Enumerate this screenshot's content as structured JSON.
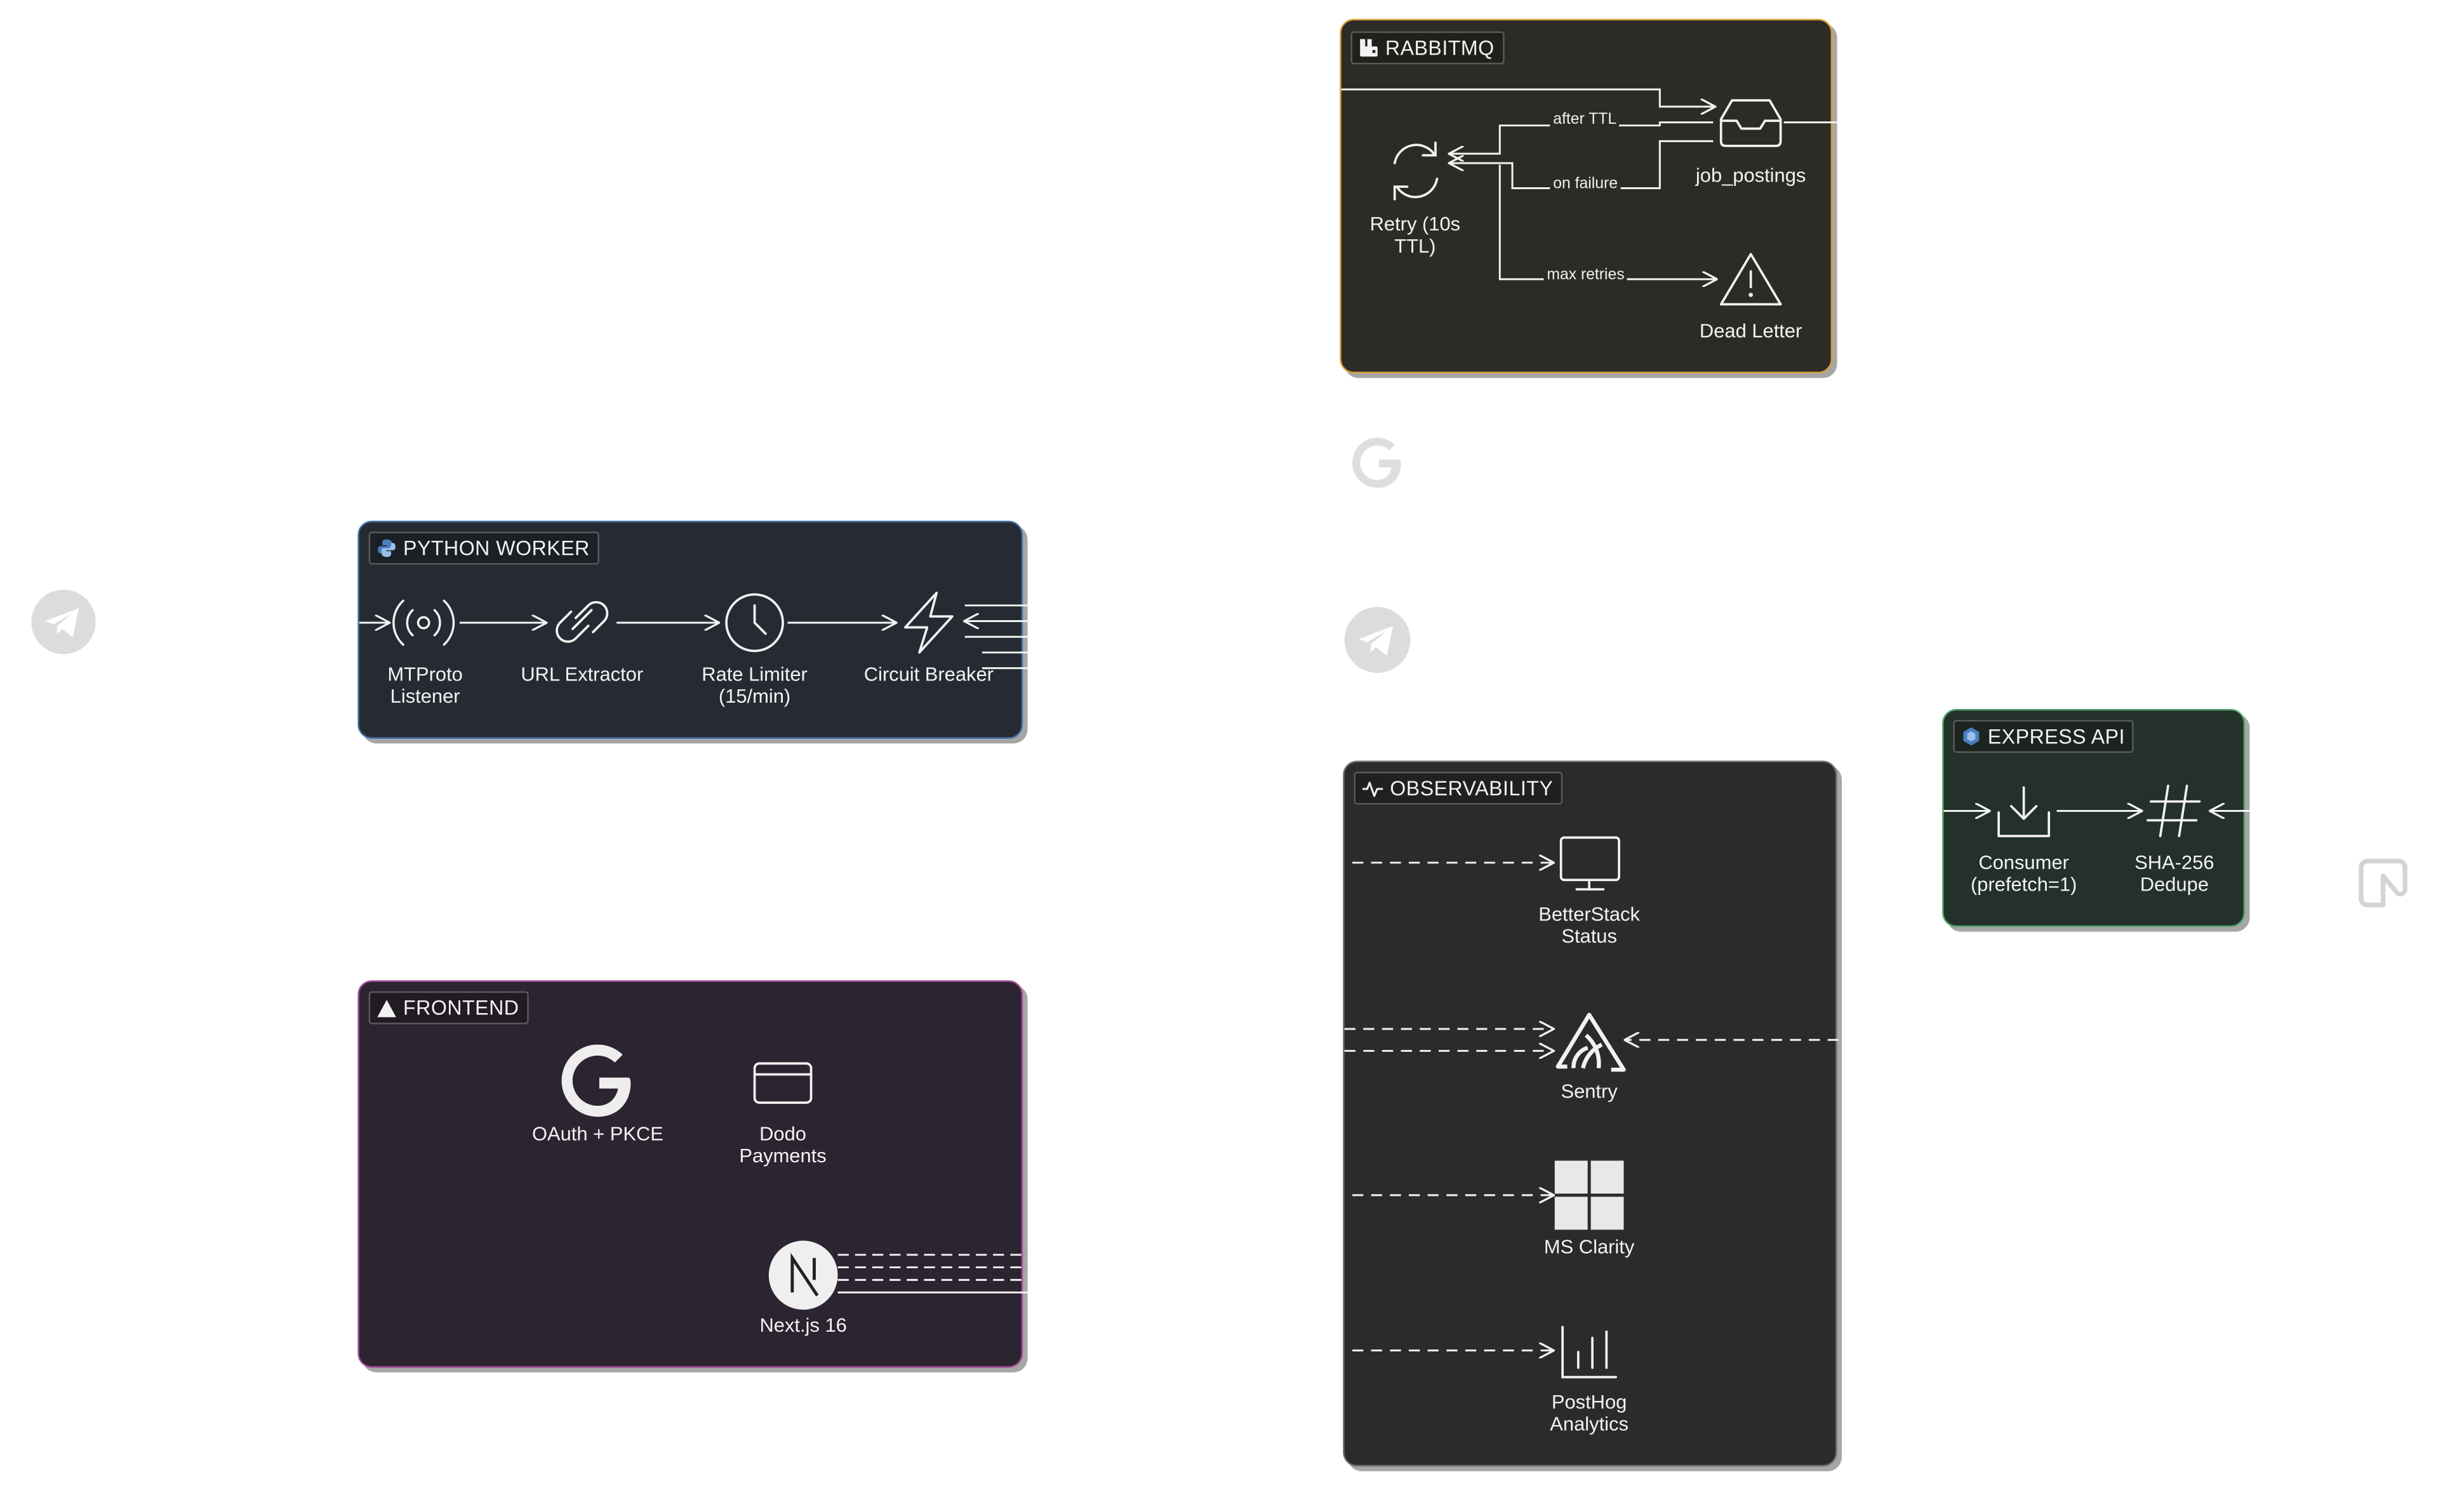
{
  "colors": {
    "worker_bg": "#262b33",
    "worker_border": "#3f6ea8",
    "frontend_bg": "#2c2430",
    "frontend_border": "#a54a9a",
    "rabbit_bg": "#2d2b26",
    "rabbit_border": "#d9a13a",
    "obs_bg": "#2b2b2b",
    "obs_border": "#6e6e6e",
    "express_bg": "#24302a",
    "express_border": "#4fa36a",
    "line": "#f2f2f2",
    "external_icon": "#d6d6d6"
  },
  "python_worker": {
    "title": "PYTHON WORKER",
    "title_icon": "python-icon",
    "nodes": {
      "mtproto": "MTProto\nListener",
      "url_extractor": "URL Extractor",
      "rate_limiter": "Rate Limiter\n(15/min)",
      "circuit_breaker": "Circuit Breaker"
    }
  },
  "frontend": {
    "title": "FRONTEND",
    "title_icon": "vercel-triangle-icon",
    "nodes": {
      "oauth": "OAuth + PKCE",
      "dodo": "Dodo\nPayments",
      "nextjs": "Next.js 16"
    }
  },
  "rabbitmq": {
    "title": "RABBITMQ",
    "title_icon": "rabbitmq-icon",
    "nodes": {
      "job_postings": "job_postings",
      "retry": "Retry (10s\nTTL)",
      "dead_letter": "Dead Letter"
    },
    "edges": {
      "after_ttl": "after TTL",
      "on_failure": "on failure",
      "max_retries": "max retries"
    }
  },
  "observability": {
    "title": "OBSERVABILITY",
    "title_icon": "activity-icon",
    "nodes": {
      "betterstack": "BetterStack\nStatus",
      "sentry": "Sentry",
      "ms_clarity": "MS Clarity",
      "posthog": "PostHog\nAnalytics"
    }
  },
  "express_api": {
    "title": "EXPRESS API",
    "title_icon": "nodejs-icon",
    "nodes": {
      "consumer": "Consumer\n(prefetch=1)",
      "dedupe": "SHA-256\nDedupe"
    }
  },
  "external_icons": [
    "telegram-icon",
    "google-icon",
    "telegram-icon",
    "neon-icon"
  ]
}
